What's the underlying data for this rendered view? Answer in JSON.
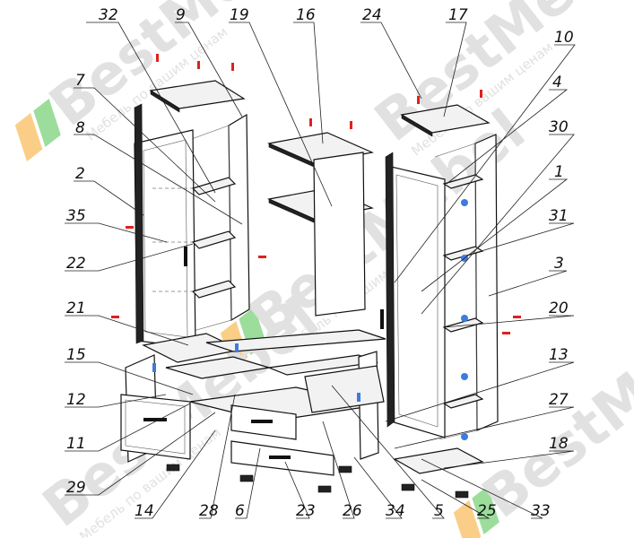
{
  "watermark": {
    "brand": "BestMebel",
    "slogan": "Мебель по вашим ценам",
    "colors": {
      "brand_gray": "#b5b5b5",
      "stripe_orange": "#f6a623",
      "stripe_yellow": "#f8d46a",
      "stripe_green": "#4cc24c"
    }
  },
  "diagram": {
    "type": "exploded furniture assembly diagram",
    "part_labels": [
      {
        "id": "label-32",
        "text": "32"
      },
      {
        "id": "label-9",
        "text": "9"
      },
      {
        "id": "label-19",
        "text": "19"
      },
      {
        "id": "label-16",
        "text": "16"
      },
      {
        "id": "label-24",
        "text": "24"
      },
      {
        "id": "label-17",
        "text": "17"
      },
      {
        "id": "label-10",
        "text": "10"
      },
      {
        "id": "label-4",
        "text": "4"
      },
      {
        "id": "label-7",
        "text": "7"
      },
      {
        "id": "label-8",
        "text": "8"
      },
      {
        "id": "label-2",
        "text": "2"
      },
      {
        "id": "label-35",
        "text": "35"
      },
      {
        "id": "label-22",
        "text": "22"
      },
      {
        "id": "label-30",
        "text": "30"
      },
      {
        "id": "label-1",
        "text": "1"
      },
      {
        "id": "label-31",
        "text": "31"
      },
      {
        "id": "label-3",
        "text": "3"
      },
      {
        "id": "label-20",
        "text": "20"
      },
      {
        "id": "label-21",
        "text": "21"
      },
      {
        "id": "label-15",
        "text": "15"
      },
      {
        "id": "label-13",
        "text": "13"
      },
      {
        "id": "label-12",
        "text": "12"
      },
      {
        "id": "label-27",
        "text": "27"
      },
      {
        "id": "label-11",
        "text": "11"
      },
      {
        "id": "label-18",
        "text": "18"
      },
      {
        "id": "label-29",
        "text": "29"
      },
      {
        "id": "label-14",
        "text": "14"
      },
      {
        "id": "label-28",
        "text": "28"
      },
      {
        "id": "label-6",
        "text": "6"
      },
      {
        "id": "label-23",
        "text": "23"
      },
      {
        "id": "label-26",
        "text": "26"
      },
      {
        "id": "label-34",
        "text": "34"
      },
      {
        "id": "label-5",
        "text": "5"
      },
      {
        "id": "label-25",
        "text": "25"
      },
      {
        "id": "label-33",
        "text": "33"
      }
    ]
  }
}
